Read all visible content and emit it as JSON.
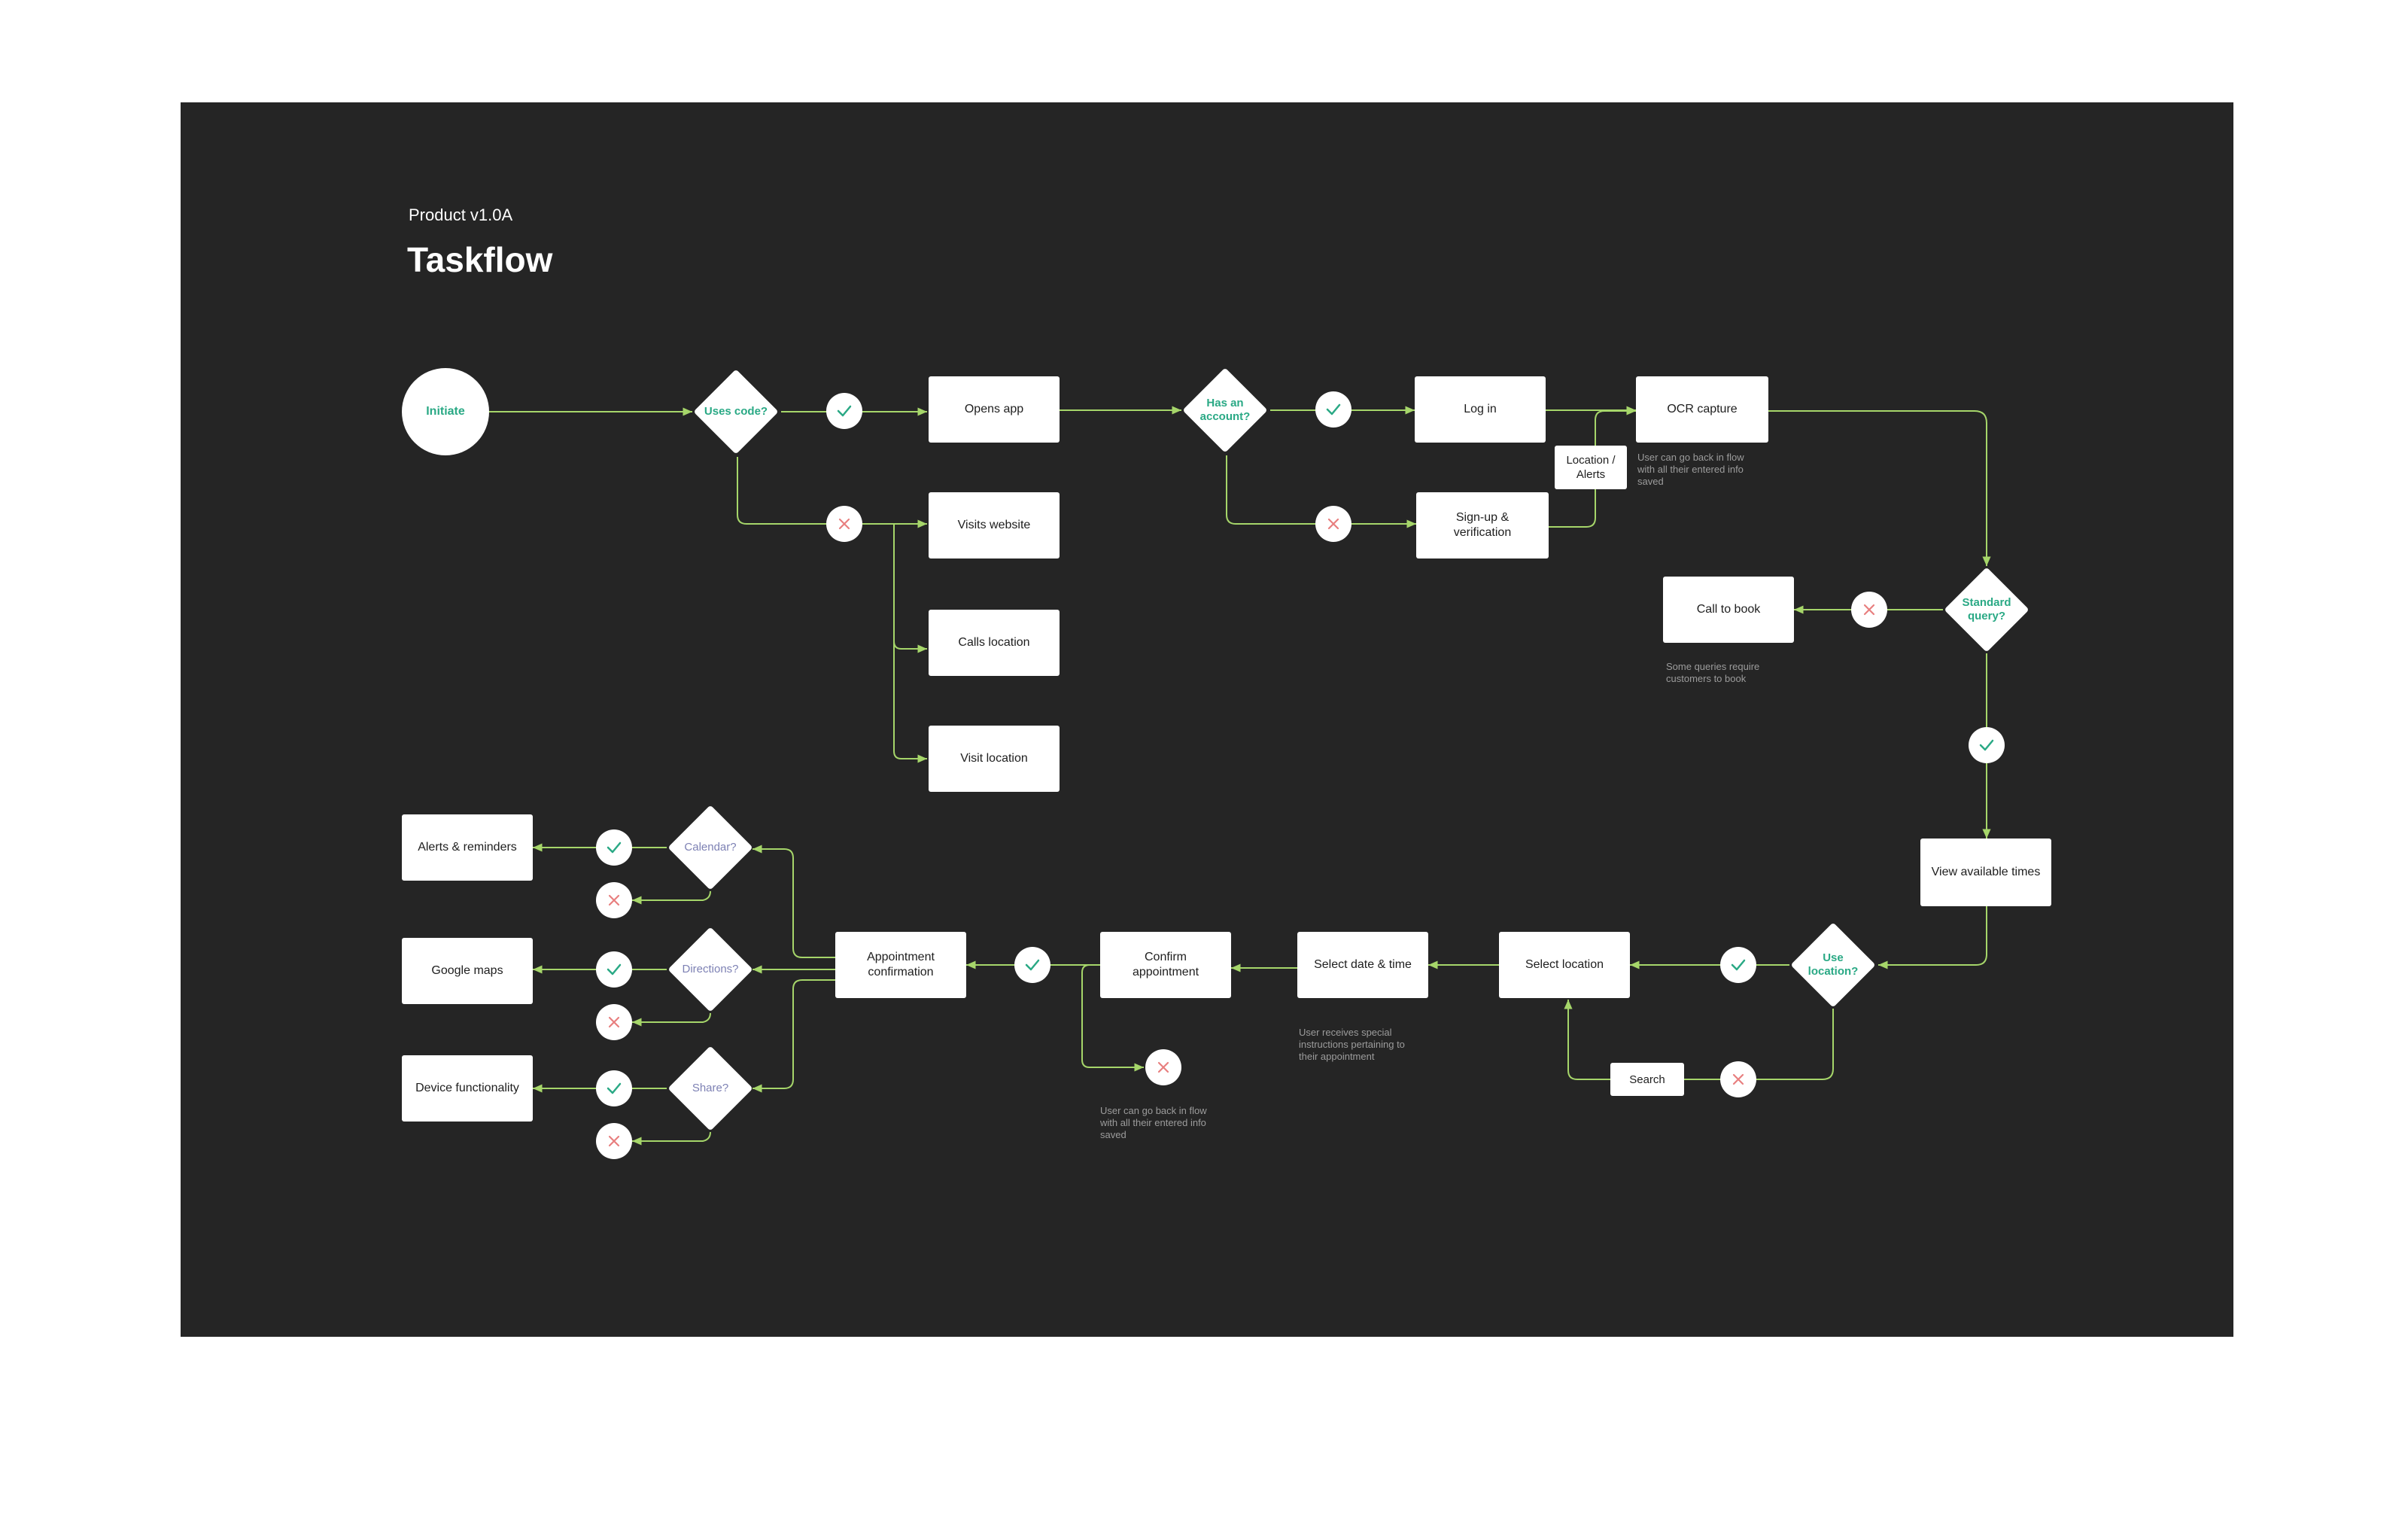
{
  "header": {
    "subtitle": "Product v1.0A",
    "title": "Taskflow"
  },
  "nodes": {
    "initiate": "Initiate",
    "uses_code": "Uses code?",
    "opens_app": "Opens app",
    "visits_website": "Visits website",
    "calls_location": "Calls location",
    "visit_location": "Visit location",
    "has_account": "Has an\naccount?",
    "log_in": "Log in",
    "sign_up": "Sign-up &\nverification",
    "location_alerts": "Location /\nAlerts",
    "ocr_capture": "OCR capture",
    "standard_query": "Standard\nquery?",
    "call_to_book": "Call to book",
    "view_available_times": "View available times",
    "use_location": "Use\nlocation?",
    "select_location": "Select location",
    "search": "Search",
    "select_date_time": "Select date & time",
    "confirm_appointment": "Confirm\nappointment",
    "appointment_confirmation": "Appointment\nconfirmation",
    "calendar": "Calendar?",
    "directions": "Directions?",
    "share": "Share?",
    "alerts_reminders": "Alerts & reminders",
    "google_maps": "Google maps",
    "device_functionality": "Device functionality"
  },
  "notes": {
    "ocr_note": "User can go back in flow\nwith all their entered info\nsaved",
    "call_note": "Some queries require\ncustomers to book",
    "date_note": "User receives special\ninstructions pertaining to\ntheir appointment",
    "confirm_note": "User can go back in flow\nwith all their entered info\nsaved"
  },
  "colors": {
    "background": "#252525",
    "connector": "#a6d66a",
    "accent_green": "#2aa985",
    "accent_purple": "#7d81b4",
    "check": "#2aa985",
    "cross": "#e87f7f"
  },
  "icons": {
    "yes": "check-icon",
    "no": "cross-icon"
  }
}
